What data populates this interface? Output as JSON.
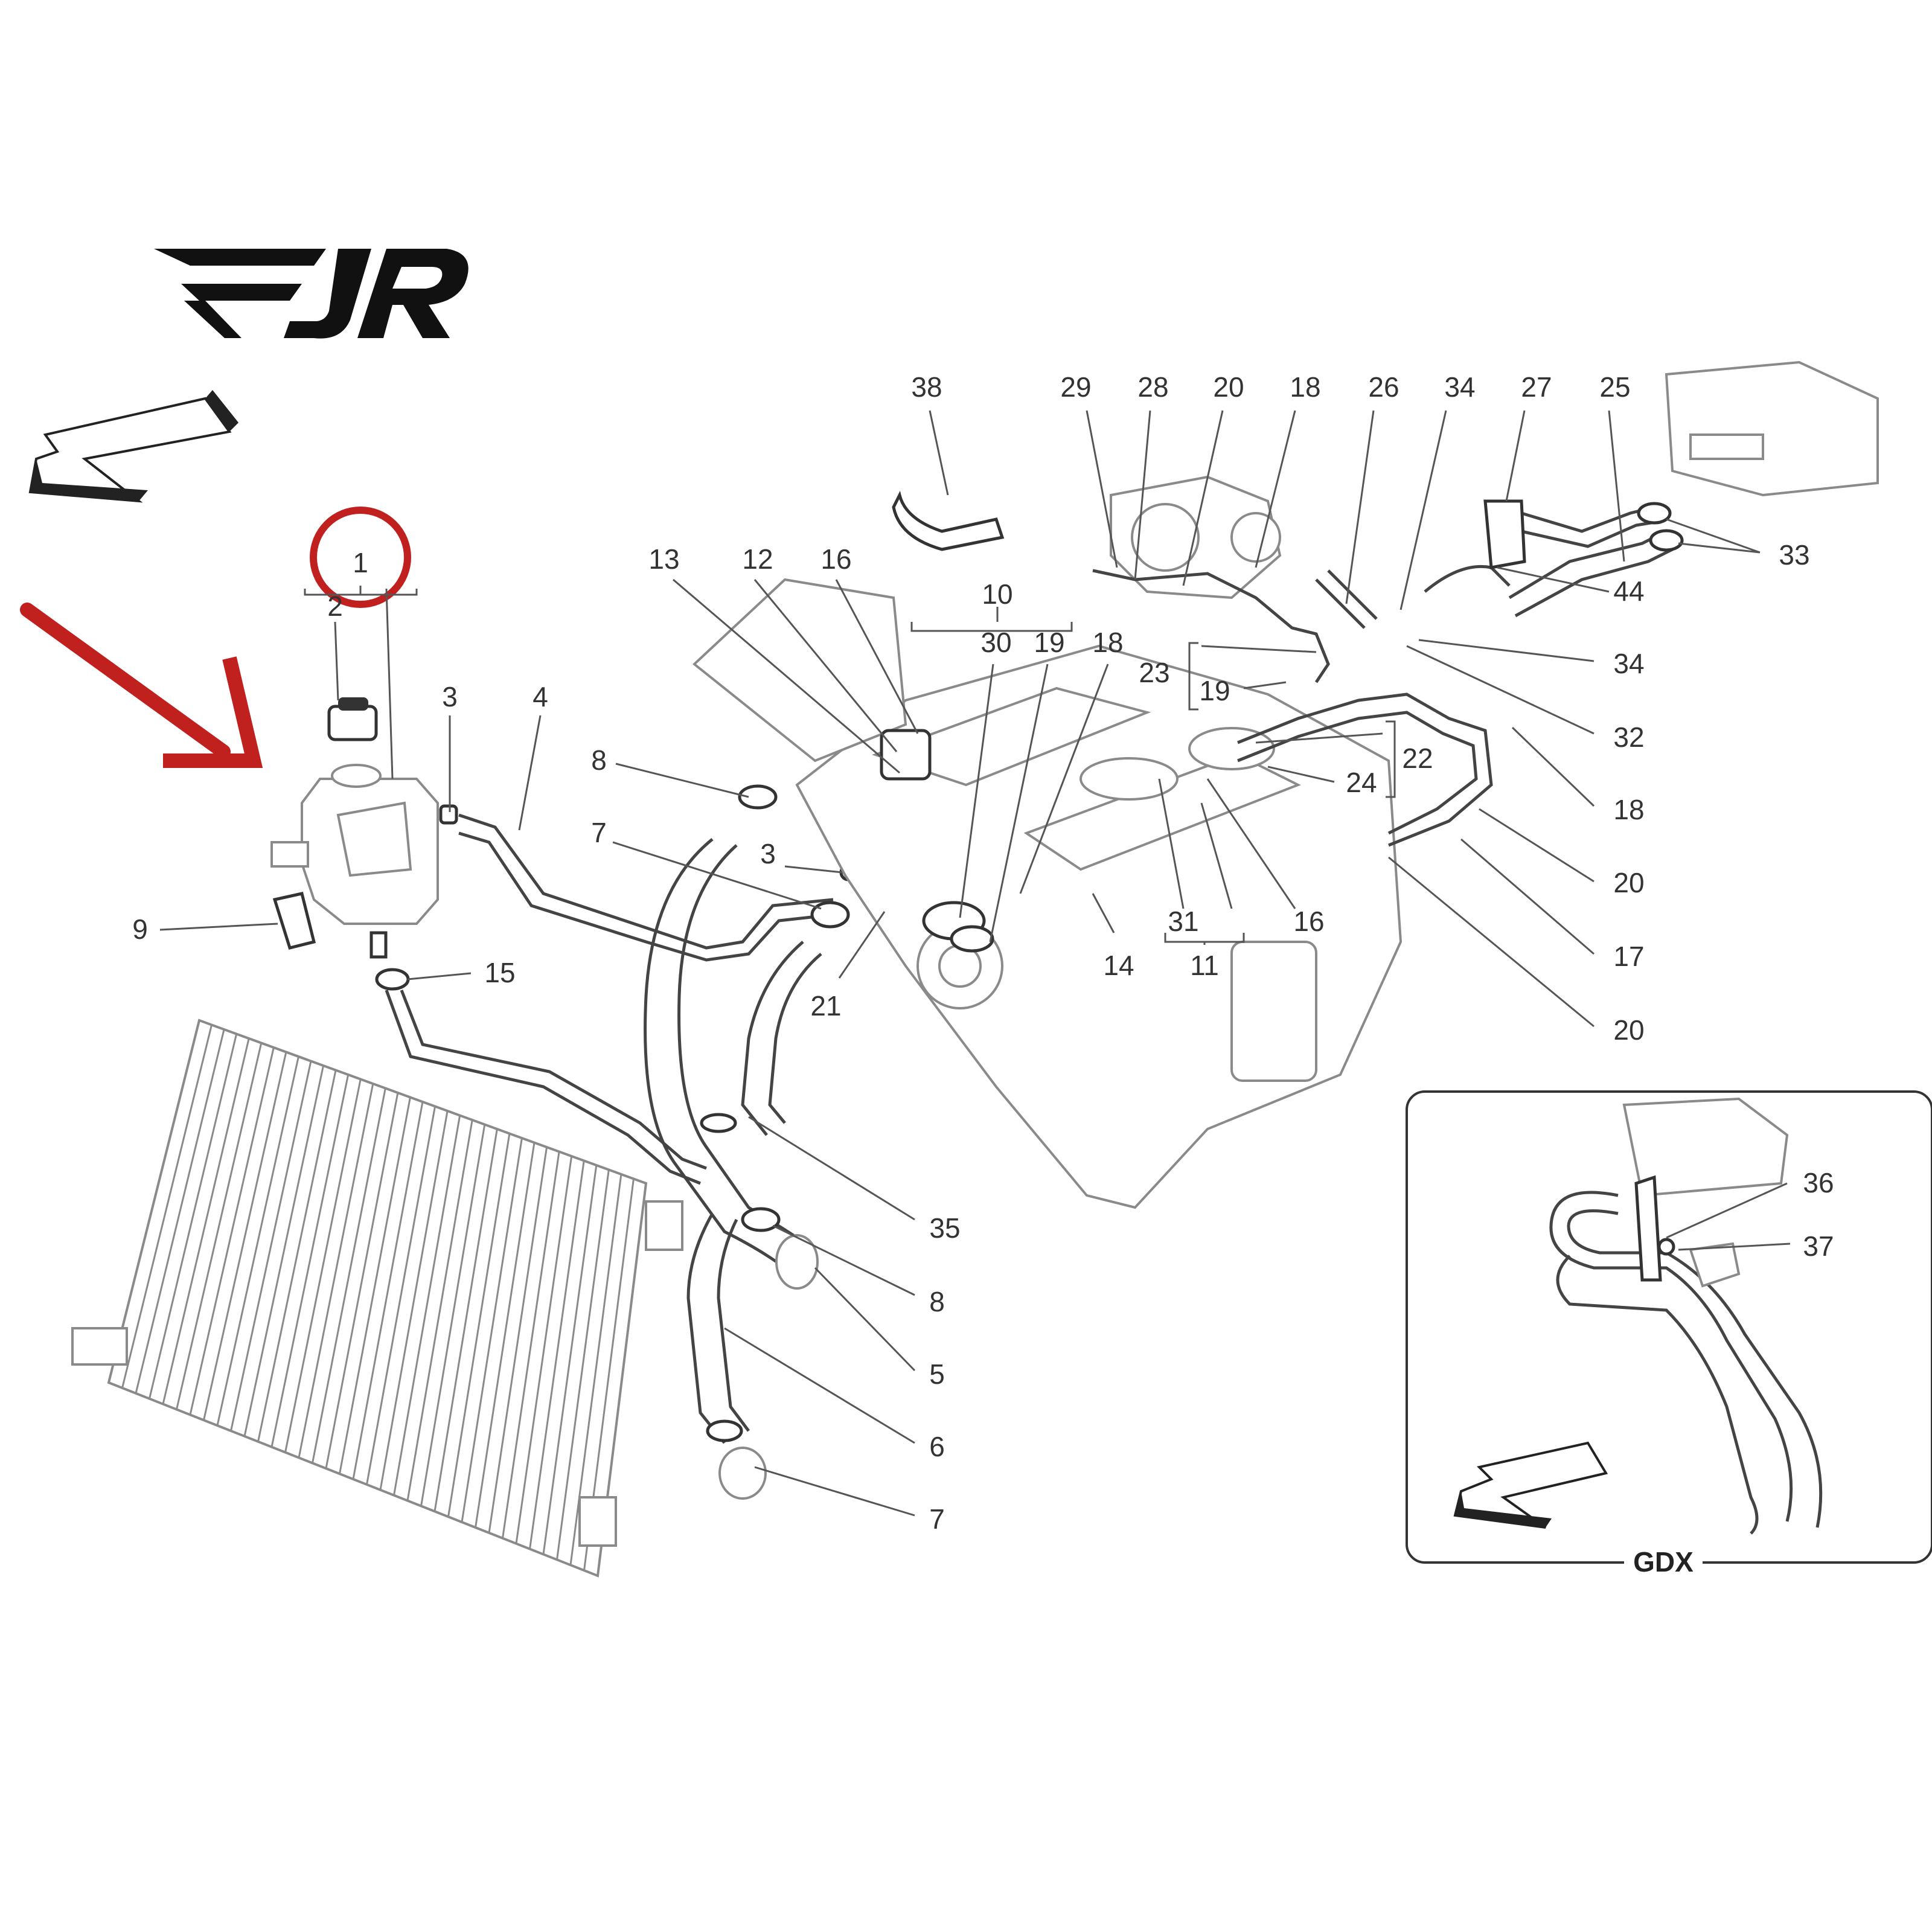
{
  "brand": {
    "text": "FJR",
    "color": "#111111"
  },
  "highlight": {
    "circle_color": "#c0201e",
    "arrow_color": "#c0201e",
    "circled_label": "1"
  },
  "inset": {
    "title": "GDX"
  },
  "callouts": [
    {
      "id": "c1",
      "text": "1"
    },
    {
      "id": "c2",
      "text": "2"
    },
    {
      "id": "c3a",
      "text": "3"
    },
    {
      "id": "c4",
      "text": "4"
    },
    {
      "id": "c3b",
      "text": "3"
    },
    {
      "id": "c8a",
      "text": "8"
    },
    {
      "id": "c7a",
      "text": "7"
    },
    {
      "id": "c9",
      "text": "9"
    },
    {
      "id": "c15",
      "text": "15"
    },
    {
      "id": "c13",
      "text": "13"
    },
    {
      "id": "c12",
      "text": "12"
    },
    {
      "id": "c16a",
      "text": "16"
    },
    {
      "id": "c10",
      "text": "10"
    },
    {
      "id": "c30",
      "text": "30"
    },
    {
      "id": "c19a",
      "text": "19"
    },
    {
      "id": "c18a",
      "text": "18"
    },
    {
      "id": "c21",
      "text": "21"
    },
    {
      "id": "c14",
      "text": "14"
    },
    {
      "id": "c31",
      "text": "31"
    },
    {
      "id": "c11",
      "text": "11"
    },
    {
      "id": "c16b",
      "text": "16"
    },
    {
      "id": "c38",
      "text": "38"
    },
    {
      "id": "c29",
      "text": "29"
    },
    {
      "id": "c28",
      "text": "28"
    },
    {
      "id": "c20a",
      "text": "20"
    },
    {
      "id": "c18b",
      "text": "18"
    },
    {
      "id": "c26",
      "text": "26"
    },
    {
      "id": "c34a",
      "text": "34"
    },
    {
      "id": "c27",
      "text": "27"
    },
    {
      "id": "c25",
      "text": "25"
    },
    {
      "id": "c33",
      "text": "33"
    },
    {
      "id": "c44",
      "text": "44"
    },
    {
      "id": "c34b",
      "text": "34"
    },
    {
      "id": "c32",
      "text": "32"
    },
    {
      "id": "c18c",
      "text": "18"
    },
    {
      "id": "c20b",
      "text": "20"
    },
    {
      "id": "c17",
      "text": "17"
    },
    {
      "id": "c20c",
      "text": "20"
    },
    {
      "id": "c23",
      "text": "23"
    },
    {
      "id": "c19b",
      "text": "19"
    },
    {
      "id": "c22",
      "text": "22"
    },
    {
      "id": "c24",
      "text": "24"
    },
    {
      "id": "c35",
      "text": "35"
    },
    {
      "id": "c8b",
      "text": "8"
    },
    {
      "id": "c5",
      "text": "5"
    },
    {
      "id": "c6",
      "text": "6"
    },
    {
      "id": "c7b",
      "text": "7"
    },
    {
      "id": "c36",
      "text": "36"
    },
    {
      "id": "c37",
      "text": "37"
    }
  ]
}
